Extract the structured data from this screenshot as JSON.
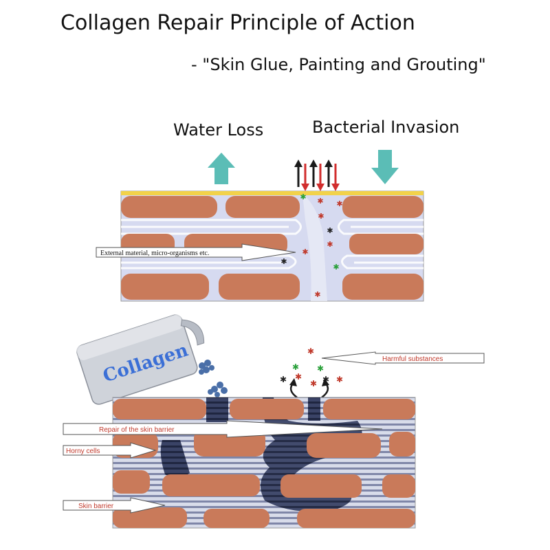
{
  "header": {
    "title": "Collagen Repair Principle of Action",
    "subtitle": "- \"Skin Glue, Painting and Grouting\""
  },
  "top_panel": {
    "water_loss_label": "Water Loss",
    "bacterial_invasion_label": "Bacterial Invasion",
    "external_material_label": "External material, micro-organisms etc."
  },
  "bottom_panel": {
    "can_label": "Collagen",
    "harmful_label": "Harmful substances",
    "repair_label": "Repair of the skin barrier",
    "horny_label": "Horny cells",
    "barrier_label": "Skin barrier"
  },
  "colors": {
    "cell": "#c97a5a",
    "lipid": "#c9cde6",
    "teal_arrow": "#5bbdb6",
    "dark_fill": "#2d3550",
    "red_text": "#c0392b"
  }
}
